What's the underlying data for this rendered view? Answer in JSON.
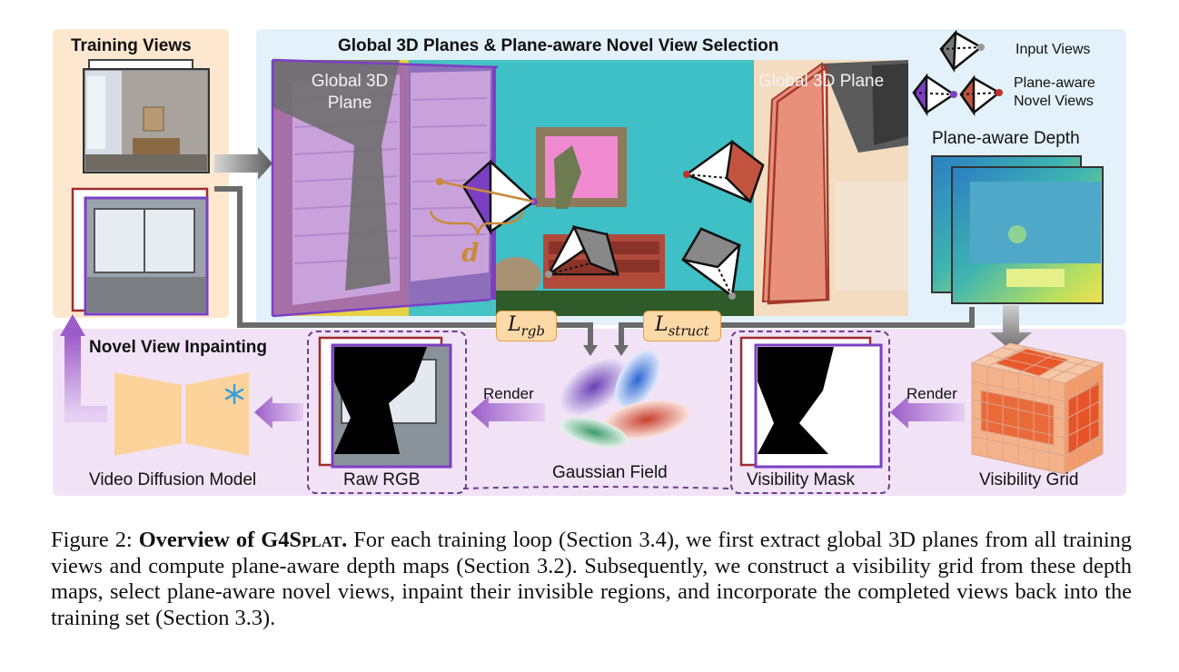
{
  "figure": {
    "training_views_title": "Training Views",
    "global_title": "Global 3D Planes & Plane-aware Novel View Selection",
    "plane_label_left": "Global 3D\nPlane",
    "plane_label_right": "Global 3D Plane",
    "distance_symbol": "d",
    "legend": {
      "input_views": "Input Views",
      "novel_views": "Plane-aware\nNovel Views"
    },
    "depth_title": "Plane-aware Depth",
    "inpaint_title": "Novel View Inpainting",
    "loss_rgb": "L",
    "loss_rgb_sub": "rgb",
    "loss_struct": "L",
    "loss_struct_sub": "struct",
    "render_left": "Render",
    "render_right": "Render",
    "video_diffusion": "Video Diffusion Model",
    "raw_rgb": "Raw RGB",
    "gaussian_field": "Gaussian Field",
    "visibility_mask": "Visibility Mask",
    "visibility_grid": "Visibility Grid",
    "colors": {
      "purple": "#7c3fc4",
      "red": "#b5473a",
      "gray": "#8a8a8a",
      "orange_light": "#fde8cf",
      "blue_light": "#e3f1fa",
      "pink_light": "#f1e2f6"
    }
  },
  "caption": {
    "prefix": "Figure 2: ",
    "title_a": "Overview of G4S",
    "title_b": "plat",
    "title_c": ".",
    "body": " For each training loop (Section 3.4), we first extract global 3D planes from all training views and compute plane-aware depth maps (Section 3.2). Subsequently, we construct a visibility grid from these depth maps, select plane-aware novel views, inpaint their invisible regions, and incorporate the completed views back into the training set (Section 3.3)."
  }
}
